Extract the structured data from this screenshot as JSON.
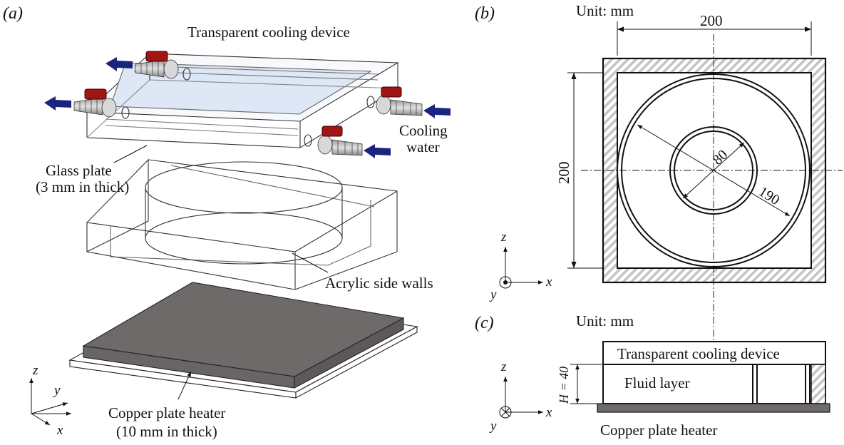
{
  "panel_labels": {
    "a": "(a)",
    "b": "(b)",
    "c": "(c)"
  },
  "panel_a": {
    "cooling_device": "Transparent cooling device",
    "glass_plate_1": "Glass plate",
    "glass_plate_2": "(3 mm in thick)",
    "cooling_water_1": "Cooling",
    "cooling_water_2": "water",
    "side_walls": "Acrylic side walls",
    "heater_1": "Copper plate heater",
    "heater_2": "(10 mm in thick)",
    "axes": {
      "z": "z",
      "y": "y",
      "x": "x"
    }
  },
  "panel_b": {
    "unit": "Unit: mm",
    "width_dim": "200",
    "height_dim": "200",
    "inner_dim": "80",
    "outer_dim": "190",
    "axes": {
      "z": "z",
      "y": "y",
      "x": "x"
    }
  },
  "panel_c": {
    "unit": "Unit: mm",
    "cooling_device": "Transparent cooling device",
    "fluid_layer": "Fluid layer",
    "height_label": "H = 40",
    "heater": "Copper plate heater",
    "axes": {
      "z": "z",
      "y": "y",
      "x": "x"
    }
  },
  "colors": {
    "arrow": "#1a237e",
    "valve": "#a31515",
    "copper": "#6f6a6a",
    "hatch": "#bdbdbd",
    "glass": "#dfe8f7"
  }
}
